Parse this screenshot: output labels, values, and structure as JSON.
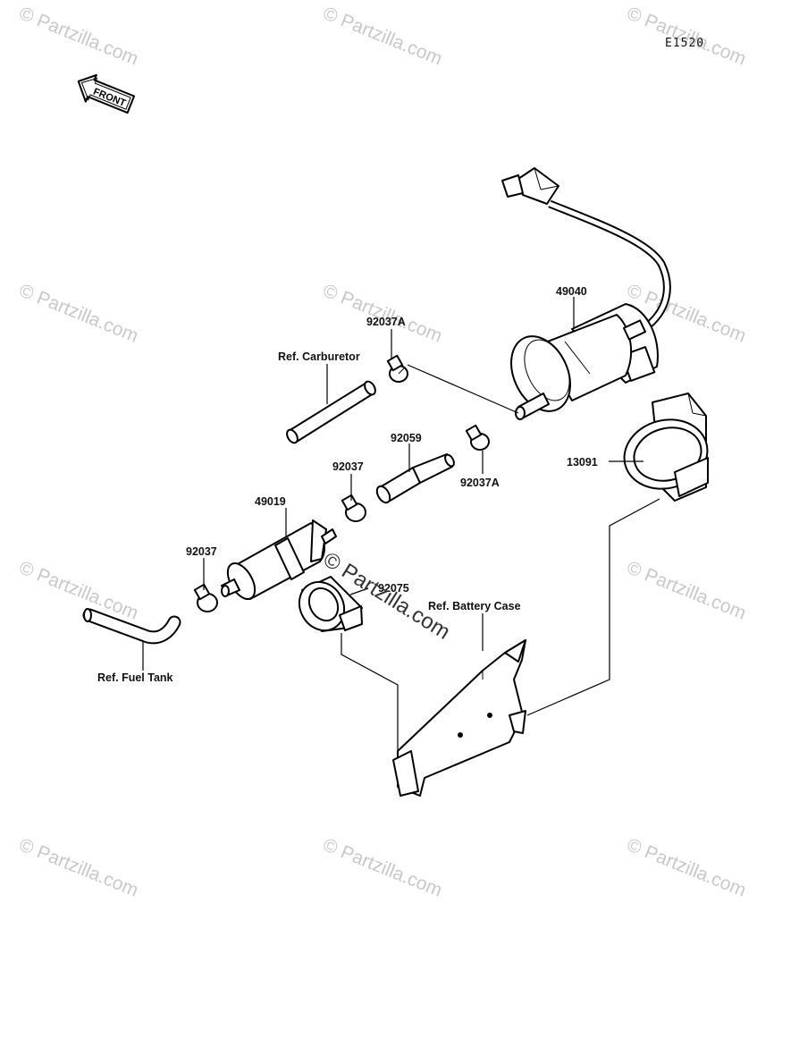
{
  "diagram_code": "E1520",
  "front_arrow_label": "FRONT",
  "watermark_text": "© Partzilla.com",
  "center_watermark_text": "© Partzilla.com",
  "labels": {
    "fuel_pump": "49040",
    "clamp_pump": "92037A",
    "carburetor": "Ref. Carburetor",
    "pipe": "92059",
    "clamp_pipe": "92037A",
    "clamp_filter_upper": "92037",
    "pump_holder": "13091",
    "filter": "49019",
    "clamp_filter_lower": "92037",
    "filter_holder": "92075",
    "battery_case": "Ref. Battery Case",
    "fuel_tank": "Ref. Fuel Tank"
  },
  "colors": {
    "ink": "#000000",
    "watermark": "#c9c9c9",
    "background": "#ffffff"
  }
}
